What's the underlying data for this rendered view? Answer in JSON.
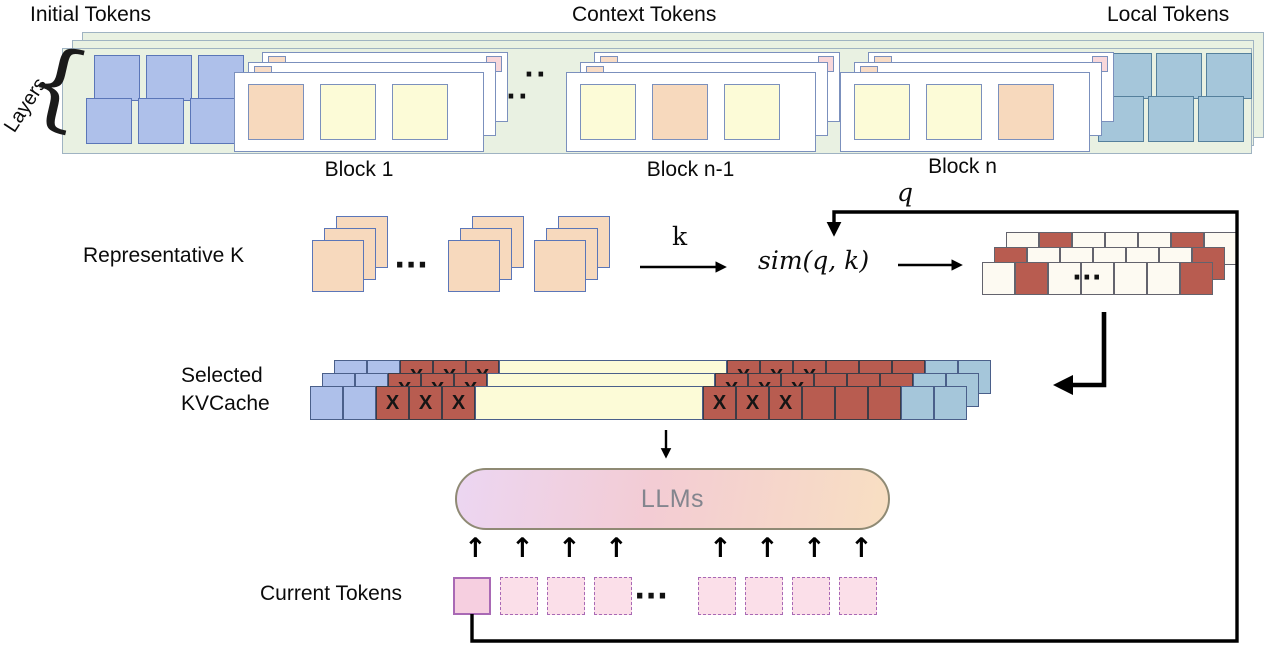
{
  "header": {
    "initial_tokens": "Initial Tokens",
    "context_tokens": "Context Tokens",
    "local_tokens": "Local Tokens",
    "layers": "Layers",
    "brace": "{"
  },
  "blocks": {
    "labels": [
      "Block 1",
      "Block n-1",
      "Block n"
    ],
    "front_squares": [
      [
        "orange",
        "yellow",
        "yellow"
      ],
      [
        "yellow",
        "orange",
        "yellow"
      ],
      [
        "yellow",
        "yellow",
        "orange"
      ]
    ]
  },
  "ellipsis": "···",
  "ellipsis_short": "··",
  "representative": {
    "label": "Representative K",
    "k_label": "k",
    "sim_label": "sim(q, k)",
    "q_label": "q"
  },
  "sim_result_rows": [
    [
      "cream",
      "red",
      "cream",
      "cream",
      "cream",
      "red",
      "cream"
    ],
    [
      "red",
      "cream",
      "cream",
      "cream",
      "cream",
      "cream",
      "red"
    ],
    [
      "cream",
      "red",
      "cream",
      "cream",
      "cream",
      "cream",
      "red"
    ]
  ],
  "kvcache": {
    "label_line1": "Selected",
    "label_line2": "KVCache",
    "x_mark": "X",
    "segments": [
      {
        "color": "blue",
        "count": 2
      },
      {
        "color": "red",
        "count": 3,
        "marked": true
      },
      {
        "color": "yellow",
        "count": 1,
        "wide": true
      },
      {
        "color": "red",
        "count": 3,
        "marked": true
      },
      {
        "color": "red",
        "count": 3
      },
      {
        "color": "teal",
        "count": 2
      }
    ]
  },
  "llm": {
    "label": "LLMs"
  },
  "current_tokens": {
    "label": "Current Tokens"
  },
  "icons": {
    "up_arrow": "↑"
  },
  "colors": {
    "blue": "#aec0ea",
    "blue_border": "#5b76b8",
    "teal": "#a5c6da",
    "teal_border": "#55809c",
    "yellow": "#fcfbd7",
    "orange": "#f7d9bd",
    "peach_small": "#f8dcc6",
    "pink_small": "#f8d7da",
    "red": "#b85c50",
    "cream": "#fdfaf2",
    "pink_token": "#f6cfe0",
    "pink_dashed": "#fbdfe9",
    "pink_border": "#a969b5",
    "block_border": "#7b90bd"
  }
}
